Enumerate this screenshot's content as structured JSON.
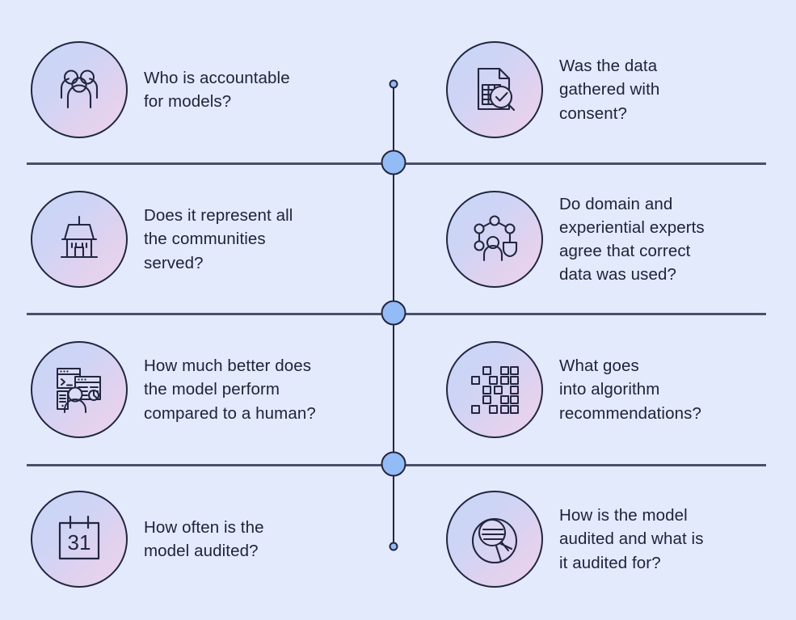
{
  "background_color": "#e3eafc",
  "accent_color": "#93bbf5",
  "line_color": "#222640",
  "divider_color": "#4a4f6b",
  "text_color": "#20233a",
  "badge_gradient": {
    "from": "#c7d6f7",
    "to": "#eed3ea"
  },
  "timeline": {
    "name": "vertical-timeline",
    "top_marker": "small-dot",
    "bottom_marker": "small-dot",
    "node_markers": [
      "large-dot",
      "large-dot",
      "large-dot"
    ]
  },
  "dividers": [
    {
      "name": "divider-1"
    },
    {
      "name": "divider-2"
    },
    {
      "name": "divider-3"
    }
  ],
  "items": [
    {
      "id": "accountability",
      "column": "left",
      "row": 1,
      "icon": "people-group-icon",
      "question": "Who is accountable\nfor models?"
    },
    {
      "id": "consent",
      "column": "right",
      "row": 1,
      "icon": "document-search-check-icon",
      "question": "Was the data\ngathered with\nconsent?"
    },
    {
      "id": "representation",
      "column": "left",
      "row": 2,
      "icon": "community-building-icon",
      "question": "Does it represent all\nthe communities\nserved?"
    },
    {
      "id": "expert-agreement",
      "column": "right",
      "row": 2,
      "icon": "network-experts-shield-icon",
      "question": "Do domain and\nexperiential experts\nagree that correct\ndata was used?"
    },
    {
      "id": "performance",
      "column": "left",
      "row": 3,
      "icon": "terminal-dashboard-person-icon",
      "question": "How much better does\nthe model perform\ncompared to a human?"
    },
    {
      "id": "recommendations",
      "column": "right",
      "row": 3,
      "icon": "algorithm-matrix-icon",
      "question": "What goes\ninto algorithm\nrecommendations?"
    },
    {
      "id": "audit-frequency",
      "column": "left",
      "row": 4,
      "icon": "calendar-icon",
      "calendar_day": "31",
      "question": "How often is the\nmodel audited?"
    },
    {
      "id": "audit-scope",
      "column": "right",
      "row": 4,
      "icon": "audit-magnifier-icon",
      "question": "How is the model\naudited and what is\nit audited for?"
    }
  ]
}
